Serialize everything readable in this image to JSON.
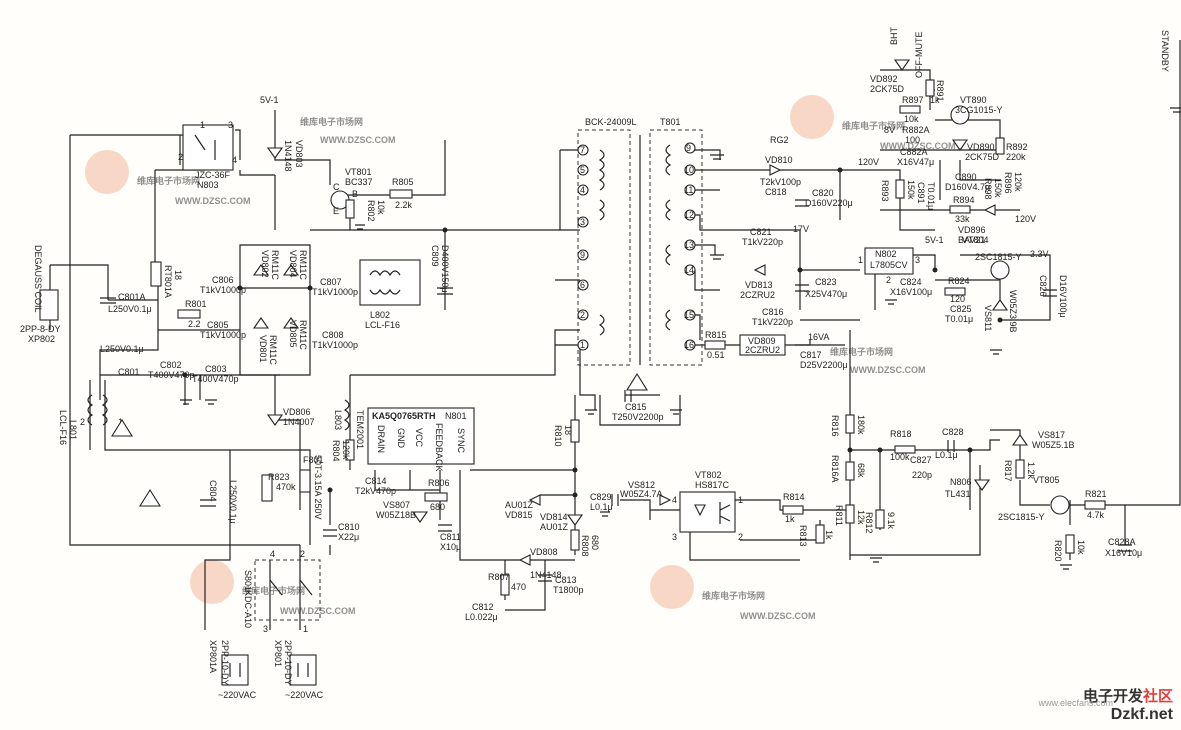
{
  "watermark": {
    "text": "维库电子市场网",
    "url": "WWW.DZSC.COM"
  },
  "brand": {
    "line1_a": "电子开发",
    "line1_b": "社区",
    "line2": "Dzkf.net",
    "line3": "www.elecfans.com"
  },
  "rails": {
    "standby": "STANDBY",
    "bht": "BHT",
    "off_mute": "OFF-MUTE",
    "v5_1": "5V-1",
    "v8": "8V",
    "v120a": "120V",
    "v120b": "120V",
    "v17": "17V",
    "v33": "3.3V",
    "v16a": "16VA",
    "v5_1b": "5V-1"
  },
  "connectors": {
    "degauss": "DEGAUSS COIL",
    "xp802a": "2PP-8-DY",
    "xp802b": "XP802",
    "xp801a1": "XP801A",
    "xp801a2": "2PP-10-DY",
    "xp801a3": "~220VAC",
    "xp8011": "XP801",
    "xp8012": "2PP-10-DY",
    "xp8013": "~220VAC"
  },
  "ics": {
    "n801_name": "KA5Q0765RTH",
    "n801_ref": "N801",
    "n801_pins": [
      "DRAIN",
      "GND",
      "VCC",
      "FEEDBACK",
      "SYNC"
    ],
    "n802_ref": "N802",
    "n802_name": "L7805CV",
    "vt802_ref": "VT802",
    "vt802_name": "HS817C",
    "bck": "BCK-24009L",
    "t801": "T801"
  },
  "labels": {
    "rt801a": "RT801A",
    "rt801a_v": "18",
    "jzc": "JZC-36F",
    "n803": "N803",
    "vd803": "1N4148",
    "vd803b": "VD803",
    "vt801": "VT801",
    "vt801b": "BC337",
    "r805": "R805",
    "r805v": "2.2k",
    "r802": "R802",
    "r802v": "10k",
    "c801a": "C801A",
    "c801av": "L250V0.1μ",
    "r801": "R801",
    "r801v": "2.2",
    "c806": "C806",
    "c806v": "T1kV1000p",
    "vd802": "VD802",
    "vd802v": "RM11C",
    "vd804": "VD804",
    "vd804v": "RM11C",
    "c807": "C807",
    "c807v": "T1kV1000p",
    "c805": "C805",
    "c805v": "T1kV1000p",
    "vd801": "VD801",
    "vd801v": "RM11C",
    "vd805": "VD805",
    "vd805v": "RM11C",
    "c808": "C808",
    "c808v": "T1kV1000p",
    "l802": "L802",
    "l802v": "LCL-F16",
    "c809": "C809",
    "c809v": "D400V150μ",
    "c801": "C801",
    "c801v": "L250V0.1μ",
    "c802": "C802",
    "c802v": "T400V470p",
    "c803": "C803",
    "c803v": "T400V470p",
    "l801": "L801",
    "l801v": "LCL-F16",
    "vd806": "VD806",
    "vd806v": "1N4007",
    "l803": "L803",
    "l803v": "TEM2001",
    "c804": "C804",
    "c804v": "L250V0.1μ",
    "r823": "R823",
    "r823v": "470k",
    "f801": "F801",
    "f801v": "50T-3.15A 250V",
    "r804": "R804",
    "r804v": "120k",
    "c814": "C814",
    "c814v": "T2kV470p",
    "r806": "R806",
    "r806v": "680",
    "vs807": "VS807",
    "vs807v": "W05Z18B",
    "c811": "C811",
    "c811v": "X10μ",
    "c810": "C810",
    "c810v": "X22μ",
    "s801": "S801",
    "s801v": "KDC-A10",
    "r810": "R810",
    "r810v": "18",
    "vd815": "AU01Z",
    "vd815v": "VD815",
    "vd814": "VD814",
    "vd814v": "AU01Z",
    "r808": "R808",
    "r808v": "680",
    "vd808": "VD808",
    "vd808v": "1N4148",
    "r807": "R807",
    "r807v": "470",
    "c812": "C812",
    "c812v": "L0.022μ",
    "c813": "C813",
    "c813v": "T1800p",
    "c815": "C815",
    "c815v": "T250V2200p",
    "c829": "C829",
    "c829v": "L0.1μ",
    "vs812": "VS812",
    "vs812v": "W05Z4.7A",
    "rg2": "RG2",
    "vd810": "VD810",
    "c818v": "T2kV100p",
    "c818": "C818",
    "c820": "C820",
    "c820v": "D160V220μ",
    "c821": "C821",
    "c821v": "T1kV220p",
    "vd813": "VD813",
    "vd813v": "2CZRU2",
    "c823": "C823",
    "c823v": "X25V470μ",
    "r815": "R815",
    "r815v": "0.51",
    "c816": "C816",
    "c816v": "T1kV220p",
    "vd809": "VD809",
    "vd809v": "2CZRU2",
    "c817": "C817",
    "c817v": "D25V2200μ",
    "vd892": "VD892",
    "vd892v": "2CK75D",
    "r891": "R891",
    "r891v": "1k",
    "r897": "R897",
    "r897v": "10k",
    "vt890": "VT890",
    "vt890v": "3CG1015-Y",
    "r882a": "R882A",
    "r882av": "100",
    "c882a": "C882A",
    "c882av": "X16V47μ",
    "vd890": "VD890",
    "vd890v": "2CK75D",
    "r892": "R892",
    "r892v": "220k",
    "r893": "R893",
    "r893v": "150k",
    "c891": "C891",
    "c891v": "T0.01μ",
    "c890": "C890",
    "c890v": "D160V4.7μ",
    "r898": "R898",
    "r898v": "150k",
    "r896": "R896",
    "r896v": "120k",
    "r894": "R894",
    "r894v": "33k",
    "vd896": "VD896",
    "vd896v": "BAV21",
    "vt804": "VT804",
    "vt804v": "2SC1815-Y",
    "c824": "C824",
    "c824v": "X16V100μ",
    "r824": "R824",
    "r824v": "120",
    "c825": "C825",
    "c825v": "T0.01μ",
    "vs811": "VS811",
    "vs811v": "W05Z3.9B",
    "c826": "C826",
    "c826v": "D16V100μ",
    "r814": "R814",
    "r814v": "1k",
    "r813": "R813",
    "r813v": "1k",
    "r816": "R816",
    "r816v": "180k",
    "r816a": "R816A",
    "r816av": "68k",
    "r818": "R818",
    "r818v": "100k",
    "c828": "C828",
    "c828v": "L0.1μ",
    "c827": "C827",
    "c827v": "220p",
    "n806": "N806",
    "n806v": "TL431",
    "r811": "R811",
    "r811v": "12k",
    "r812": "R812",
    "r812v": "9.1k",
    "vs817": "VS817",
    "vs817v": "W05Z5.1B",
    "r817": "R817",
    "r817v": "1.2k",
    "vt805": "VT805",
    "vt805v": "2SC1815-Y",
    "r821": "R821",
    "r821v": "4.7k",
    "r820": "R820",
    "r820v": "10k",
    "c828a": "C828A",
    "c828av": "X16V10μ"
  },
  "pins": {
    "t_left": [
      "7",
      "5",
      "4",
      "3",
      "9",
      "6",
      "2",
      "1"
    ],
    "t_right": [
      "9",
      "10",
      "11",
      "12",
      "13",
      "14",
      "15",
      "16"
    ],
    "k1": "1",
    "k2": "2",
    "k3": "3",
    "k4": "4",
    "b": "B",
    "c": "C",
    "e": "E"
  },
  "colors": {
    "ink": "#222222",
    "paper": "#fffefa",
    "watermark": "#f3a98c"
  }
}
